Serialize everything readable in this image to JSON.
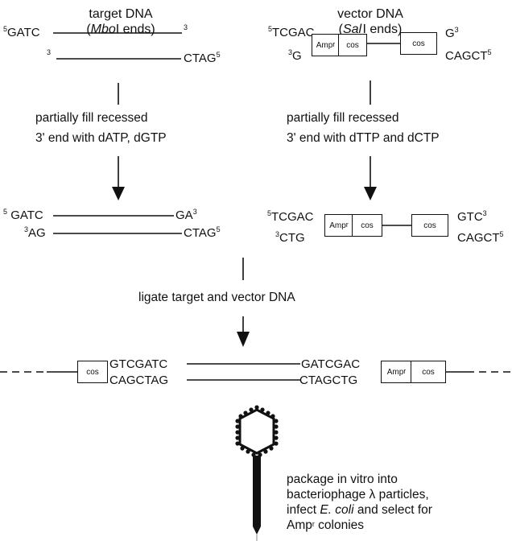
{
  "target_title": {
    "line1": "target DNA",
    "enzyme": "Mbo",
    "enzyme_suffix": "I ends"
  },
  "vector_title": {
    "line1": "vector DNA",
    "enzyme": "Sal",
    "enzyme_suffix": "I ends"
  },
  "target1": {
    "top_left": "GATC",
    "bot_right": "CTAG"
  },
  "vector1": {
    "top_left": "TCGAC",
    "top_right": "G",
    "bot_left": "G",
    "bot_right": "CAGCT"
  },
  "fill_target": {
    "line1": "partially fill recessed",
    "line2": "3' end with dATP, dGTP"
  },
  "fill_vector": {
    "line1": "partially fill recessed",
    "line2": "3' end with dTTP and dCTP"
  },
  "target2": {
    "top_left": "GATC",
    "top_right": "GA",
    "bot_left": "AG",
    "bot_right": "CTAG"
  },
  "vector2": {
    "top_left": "TCGAC",
    "top_right": "GTC",
    "bot_left": "CTG",
    "bot_right": "CAGCT"
  },
  "ligate": "ligate target and vector DNA",
  "product": {
    "top_left": "GTCGATC",
    "top_right": "GATCGAC",
    "bot_left": "CAGCTAG",
    "bot_right": "CTAGCTG"
  },
  "labels": {
    "five": "5",
    "three": "3",
    "amp": "Amp",
    "amp_sup": "r",
    "cos": "cos"
  },
  "final": {
    "line1": "package in vitro into",
    "line2": "bacteriophage λ particles,",
    "line3_pre": "infect ",
    "line3_em": "E. coli",
    "line3_post": " and select for",
    "line4_pre": "Amp",
    "line4_sup": "r",
    "line4_post": " colonies"
  }
}
